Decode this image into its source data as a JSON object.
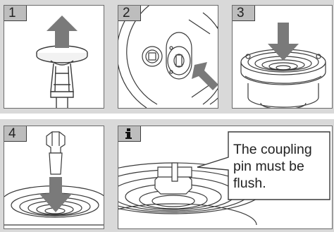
{
  "steps": [
    {
      "label": "1"
    },
    {
      "label": "2"
    },
    {
      "label": "3"
    },
    {
      "label": "4"
    },
    {
      "label": "i"
    }
  ],
  "callout": {
    "lines": [
      "The coupling",
      "pin must be",
      "flush."
    ]
  },
  "colors": {
    "band": "#d9d9d9",
    "label_box": "#bdbdbd",
    "arrow": "#7a7a7a",
    "line": "#3a3a3a"
  },
  "icons": {
    "info": "info-icon",
    "arrow": "arrow-icon"
  }
}
